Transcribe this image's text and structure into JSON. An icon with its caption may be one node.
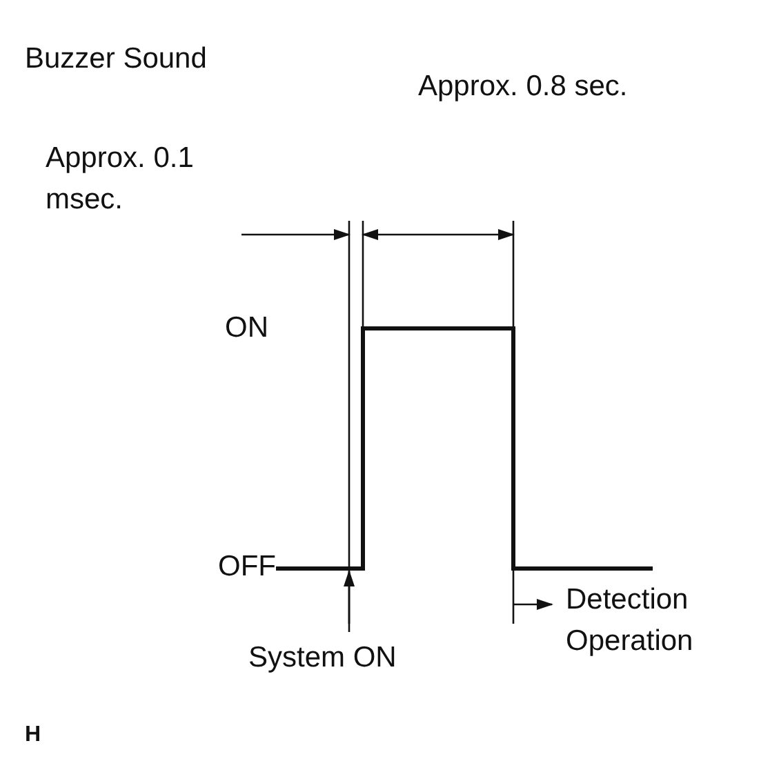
{
  "diagram": {
    "title": "Buzzer Sound",
    "labels": [
      "Approx. 0.1 msec.",
      "Approx. 0.8 sec.",
      "ON",
      "OFF",
      "System ON",
      "Detection Operation",
      "H"
    ]
  }
}
